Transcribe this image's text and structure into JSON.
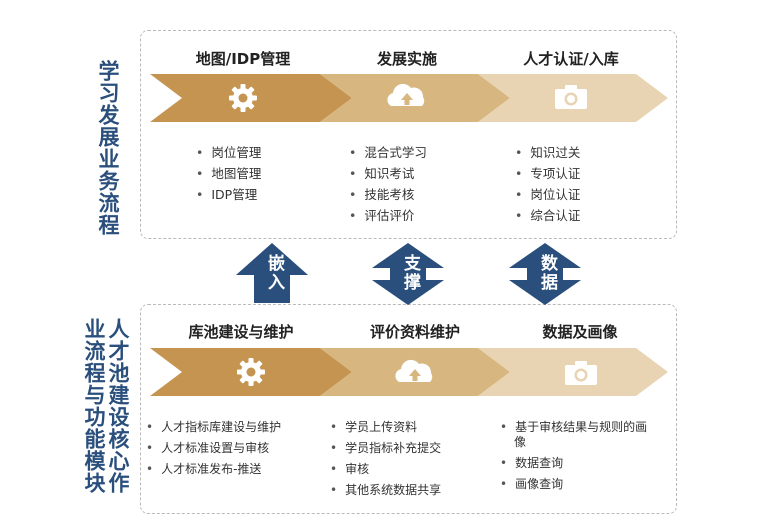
{
  "top": {
    "side_title": "学习发展业务流程",
    "stages": [
      {
        "title": "地图/IDP管理",
        "icon": "gear-icon",
        "items": [
          "岗位管理",
          "地图管理",
          "IDP管理"
        ]
      },
      {
        "title": "发展实施",
        "icon": "cloud-upload-icon",
        "items": [
          "混合式学习",
          "知识考试",
          "技能考核",
          "评估评价"
        ]
      },
      {
        "title": "人才认证/入库",
        "icon": "camera-icon",
        "items": [
          "知识过关",
          "专项认证",
          "岗位认证",
          "综合认证"
        ]
      }
    ]
  },
  "connectors": [
    {
      "label": "嵌入",
      "type": "up"
    },
    {
      "label": "支撑",
      "type": "double"
    },
    {
      "label": "数据",
      "type": "double"
    }
  ],
  "bottom": {
    "side_title_col1": "人才池建设核心作",
    "side_title_col2": "业流程与功能模块",
    "stages": [
      {
        "title": "库池建设与维护",
        "icon": "gear-icon",
        "items": [
          "人才指标库建设与维护",
          "人才标准设置与审核",
          "人才标准发布-推送"
        ]
      },
      {
        "title": "评价资料维护",
        "icon": "cloud-upload-icon",
        "items": [
          "学员上传资料",
          "学员指标补充提交",
          "审核",
          "其他系统数据共享"
        ]
      },
      {
        "title": "数据及画像",
        "icon": "camera-icon",
        "items": [
          "基于审核结果与规则的画像",
          "数据查询",
          "画像查询"
        ]
      }
    ]
  },
  "colors": {
    "accent_blue": "#2a4f7c",
    "chevron_1": "#c49450",
    "chevron_2": "#d7b680",
    "chevron_3": "#e8d3b3"
  }
}
